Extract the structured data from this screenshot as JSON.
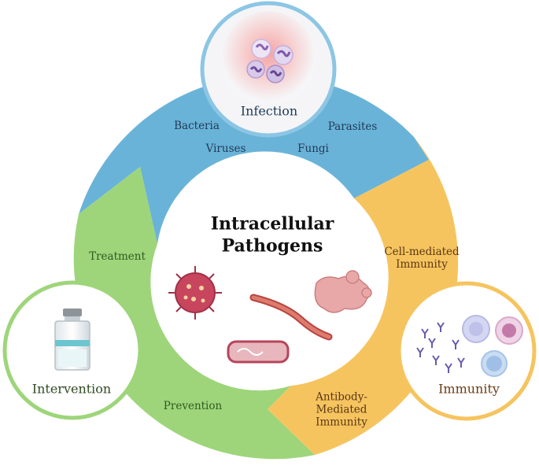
{
  "center": {
    "title": "Intracellular\nPathogens"
  },
  "nodes": {
    "infection": {
      "label": "Infection",
      "color": "#1f3a56"
    },
    "immunity": {
      "label": "Immunity",
      "color": "#6b3c10"
    },
    "intervention": {
      "label": "Intervention",
      "color": "#2f4a22"
    }
  },
  "segments": {
    "blue": {
      "color": "#6ab3d8",
      "items": [
        "Bacteria",
        "Viruses",
        "Fungi",
        "Parasites"
      ]
    },
    "orange": {
      "color": "#f6c45f",
      "items": [
        "Cell-mediated\nImmunity",
        "Antibody-\nMediated\nImmunity"
      ]
    },
    "green": {
      "color": "#9ed57a",
      "items": [
        "Treatment",
        "Prevention"
      ]
    }
  },
  "icons": [
    "virus-icon",
    "bacillus-icon",
    "parasite-icon",
    "bacterium-icon",
    "vaccine-vial-icon",
    "antibody-icon",
    "immune-cell-icon",
    "neutrophil-icon"
  ]
}
